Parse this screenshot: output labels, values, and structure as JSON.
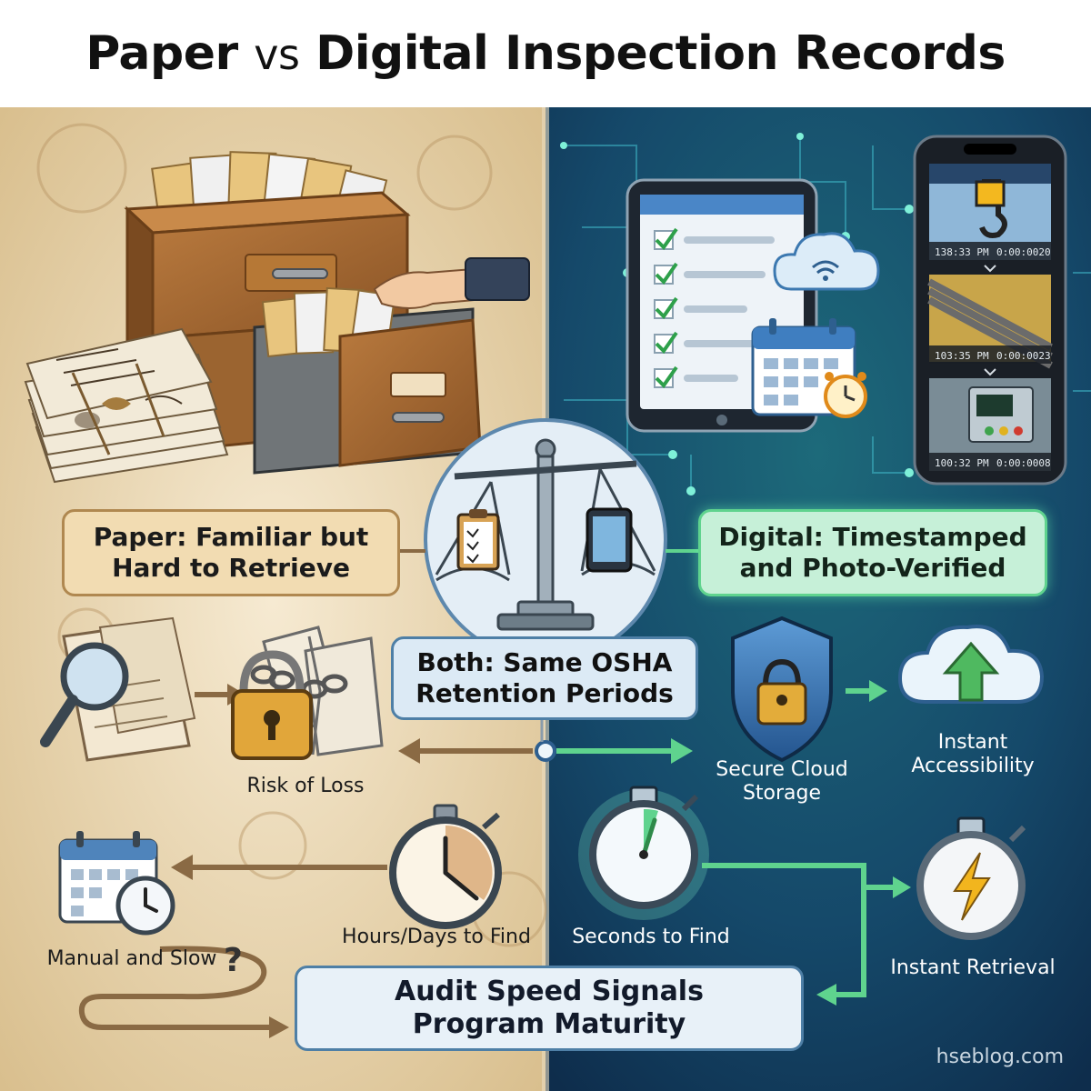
{
  "title": {
    "part1": "Paper",
    "vs": "vs",
    "part2": "Digital Inspection Records"
  },
  "paper_box": {
    "line1": "Paper: Familiar but",
    "line2": "Hard to Retrieve"
  },
  "digital_box": {
    "line1": "Digital: Timestamped",
    "line2": "and Photo-Verified"
  },
  "both_box": {
    "line1": "Both: Same OSHA",
    "line2": "Retention Periods"
  },
  "audit_box": {
    "line1": "Audit Speed Signals",
    "line2": "Program Maturity"
  },
  "paper_labels": {
    "risk": "Risk of Loss",
    "hours": "Hours/Days to Find",
    "manual": "Manual and Slow"
  },
  "digital_labels": {
    "cloud_line1": "Secure Cloud",
    "cloud_line2": "Storage",
    "access_line1": "Instant",
    "access_line2": "Accessibility",
    "seconds": "Seconds to Find",
    "retrieval": "Instant Retrieval"
  },
  "phone_timestamps": {
    "t1_time": "138:33 PM",
    "t1_dur": "0:00:0020",
    "t2_time": "103:35 PM",
    "t2_dur": "0:00:0023",
    "t3_time": "100:32 PM",
    "t3_dur": "0:00:0008"
  },
  "watermark": "hseblog.com",
  "colors": {
    "paper_bg": "#efe1c4",
    "digital_bg": "#123a5a",
    "green_accent": "#5fd38e",
    "brown_arrow": "#8a6a44",
    "check_green": "#2ea04a"
  },
  "icons": [
    "file-cabinet-icon",
    "paper-stack-icon",
    "magnifier-icon",
    "padlock-chain-icon",
    "calendar-clock-icon",
    "stopwatch-icon",
    "tablet-checklist-icon",
    "cloud-wifi-icon",
    "calendar-alarm-icon",
    "phone-photos-icon",
    "balance-scale-icon",
    "shield-lock-icon",
    "cloud-upload-icon",
    "bolt-stopwatch-icon",
    "growth-chart-icon"
  ]
}
